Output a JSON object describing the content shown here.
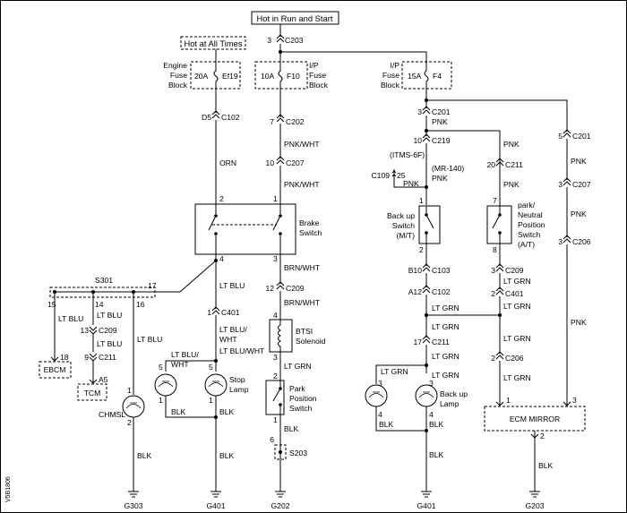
{
  "header": {
    "hot_run_start": "Hot in Run and Start",
    "hot_all_times": "Hot at All Times"
  },
  "fuses": [
    {
      "id": "ef19",
      "rating": "20A",
      "name": "Ef19",
      "block": [
        "Engine",
        "Fuse",
        "Block"
      ]
    },
    {
      "id": "f10",
      "rating": "10A",
      "name": "F10",
      "block": [
        "I/P",
        "Fuse",
        "Block"
      ]
    },
    {
      "id": "f4",
      "rating": "15A",
      "name": "F4",
      "block": [
        "I/P",
        "Fuse",
        "Block"
      ]
    }
  ],
  "connectors": [
    {
      "id": "c203-top",
      "pin": "3",
      "name": "C203"
    },
    {
      "id": "c102-d5",
      "pin": "D5",
      "name": "C102"
    },
    {
      "id": "c202",
      "pin": "7",
      "name": "C202"
    },
    {
      "id": "c207-10",
      "pin": "10",
      "name": "C207"
    },
    {
      "id": "c201-3",
      "pin": "3",
      "name": "C201"
    },
    {
      "id": "c219",
      "pin": "10",
      "name": "C219"
    },
    {
      "id": "c211-20",
      "pin": "20",
      "name": "C211"
    },
    {
      "id": "c201-5",
      "pin": "5",
      "name": "C201"
    },
    {
      "id": "c207-3",
      "pin": "3",
      "name": "C207"
    },
    {
      "id": "c206-3",
      "pin": "3",
      "name": "C206"
    },
    {
      "id": "c109",
      "pin": "25",
      "name": "C109"
    },
    {
      "id": "c209-12",
      "pin": "12",
      "name": "C209"
    },
    {
      "id": "c401-1",
      "pin": "1",
      "name": "C401"
    },
    {
      "id": "c103",
      "pin": "B10",
      "name": "C103"
    },
    {
      "id": "c102-a12",
      "pin": "A12",
      "name": "C102"
    },
    {
      "id": "c211-17",
      "pin": "17",
      "name": "C211"
    },
    {
      "id": "c209-3",
      "pin": "3",
      "name": "C209"
    },
    {
      "id": "c401-2",
      "pin": "2",
      "name": "C401"
    },
    {
      "id": "c206-2",
      "pin": "2",
      "name": "C206"
    },
    {
      "id": "c209-13",
      "pin": "13",
      "name": "C209"
    },
    {
      "id": "c211-9",
      "pin": "9",
      "name": "C211"
    },
    {
      "id": "s203",
      "pin": "6",
      "name": "S203"
    }
  ],
  "wires": {
    "orn": "ORN",
    "pnk_wht": "PNK/WHT",
    "pnk": "PNK",
    "brn_wht": "BRN/WHT",
    "lt_blu": "LT BLU",
    "lt_blu_wht": "LT BLU/WHT",
    "lt_blu_wht_a": "LT BLU/",
    "lt_blu_wht_b": "WHT",
    "lt_grn": "LT GRN",
    "blk": "BLK"
  },
  "components": {
    "brake_switch": [
      "Brake",
      "Switch"
    ],
    "btsi": [
      "BTSI",
      "Solenoid"
    ],
    "park_position": [
      "Park",
      "Position",
      "Switch"
    ],
    "backup_switch": [
      "Back up",
      "Switch",
      "(M/T)"
    ],
    "park_neutral": [
      "park/",
      "Neutral",
      "Position",
      "Switch",
      "(A/T)"
    ],
    "stop_lamp": [
      "Stop",
      "Lamp"
    ],
    "backup_lamp": [
      "Back up",
      "Lamp"
    ],
    "chmsl": "CHMSL",
    "ebcm": "EBCM",
    "tcm": "TCM",
    "ecm_mirror": "ECM MIRROR",
    "splice_s301": "S301",
    "itms": "(ITMS-6F)",
    "mr140": "(MR-140)"
  },
  "tcm_pin": "A5",
  "ebcm_pin": "18",
  "grounds": [
    "G303",
    "G401",
    "G202",
    "G401",
    "G203"
  ],
  "figure_code": "V5B1806"
}
